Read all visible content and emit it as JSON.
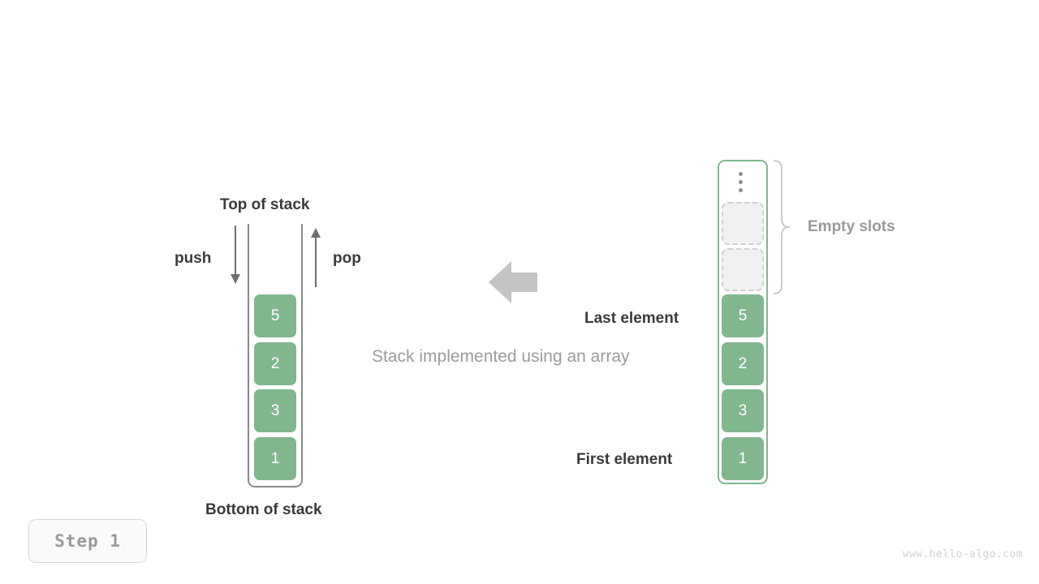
{
  "title": "Stack implemented using an array",
  "colors": {
    "element_green": "#81b68f",
    "container_gray": "#8a8a8a",
    "empty_slot_fill": "#f1f1f1",
    "empty_slot_border": "#cfcfcf",
    "arrow_gray": "#6e6e6e",
    "big_arrow_gray": "#c4c4c4",
    "label_dark": "#3a3a3a",
    "label_gray": "#9a9a9a",
    "caption_gray": "#9b9b9b"
  },
  "stack_diagram": {
    "top_label": "Top of stack",
    "bottom_label": "Bottom of stack",
    "push_label": "push",
    "pop_label": "pop",
    "push_icon": "arrow-down-icon",
    "pop_icon": "arrow-up-icon",
    "elements": [
      "5",
      "2",
      "3",
      "1"
    ]
  },
  "transform": {
    "icon": "arrow-left-icon",
    "caption": "Stack implemented using an array"
  },
  "array_diagram": {
    "empty_slots_label": "Empty slots",
    "last_element_label": "Last element",
    "first_element_label": "First element",
    "ellipsis_icon": "vertical-ellipsis-icon",
    "brace_icon": "curly-brace-icon",
    "empty_slot_count": 2,
    "elements": [
      "5",
      "2",
      "3",
      "1"
    ]
  },
  "footer": {
    "step_label": "Step  1",
    "watermark": "www.hello-algo.com"
  }
}
